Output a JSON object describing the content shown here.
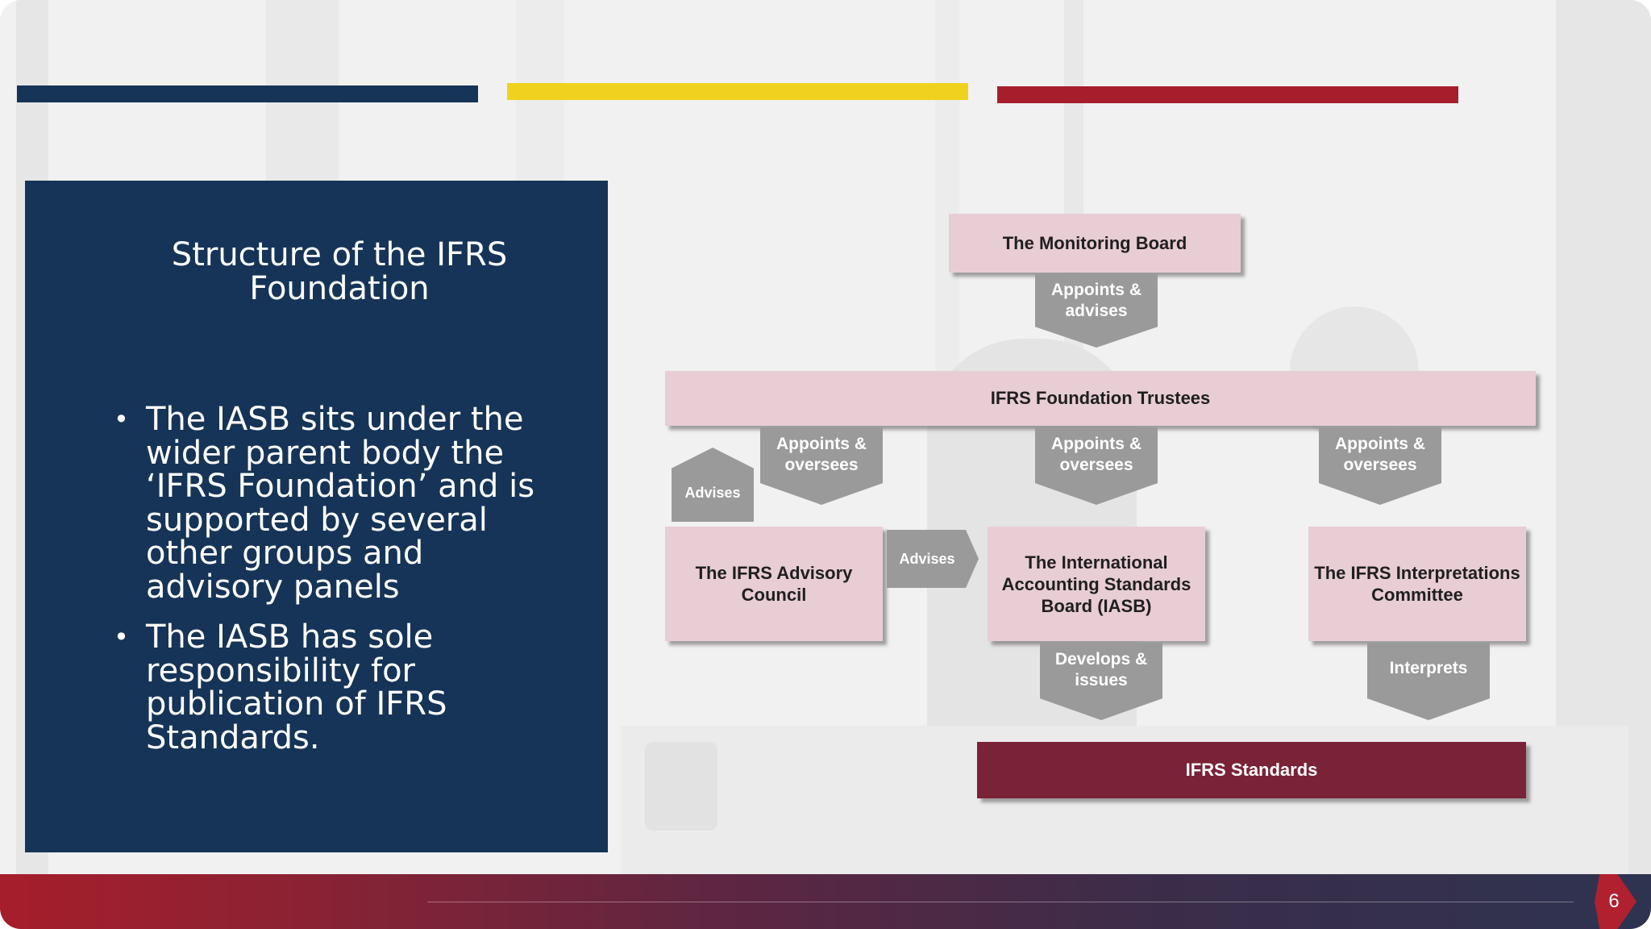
{
  "slide": {
    "title": "Structure of the IFRS Foundation",
    "bullets": [
      "The IASB sits under the wider parent body the ‘IFRS Foundation’ and is supported by several other groups and advisory panels",
      "The IASB has sole responsibility for publication of IFRS Standards."
    ],
    "page_number": "6"
  },
  "colors": {
    "panel": "#163457",
    "accent_navy": "#163457",
    "accent_yellow": "#f0d21e",
    "accent_red": "#a61e2b",
    "org_box": "#e8cdd4",
    "org_box_dark": "#7a2237",
    "connector": "#9a9a9a"
  },
  "org_chart": {
    "monitoring_board": "The Monitoring Board",
    "monitoring_to_trustees": [
      "Appoints &",
      "advises"
    ],
    "trustees": "IFRS Foundation Trustees",
    "trustees_to_advisory": [
      "Appoints &",
      "oversees"
    ],
    "trustees_to_iasb": [
      "Appoints &",
      "oversees"
    ],
    "trustees_to_interpretations": [
      "Appoints &",
      "oversees"
    ],
    "advisory_to_trustees": "Advises",
    "advisory_council": [
      "The IFRS Advisory",
      "Council"
    ],
    "advisory_to_iasb": "Advises",
    "iasb": [
      "The International",
      "Accounting Standards",
      "Board (IASB)"
    ],
    "interpretations_committee": [
      "The IFRS Interpretations",
      "Committee"
    ],
    "iasb_to_standards": [
      "Develops &",
      "issues"
    ],
    "interpretations_to_standards": "Interprets",
    "standards": "IFRS Standards"
  }
}
